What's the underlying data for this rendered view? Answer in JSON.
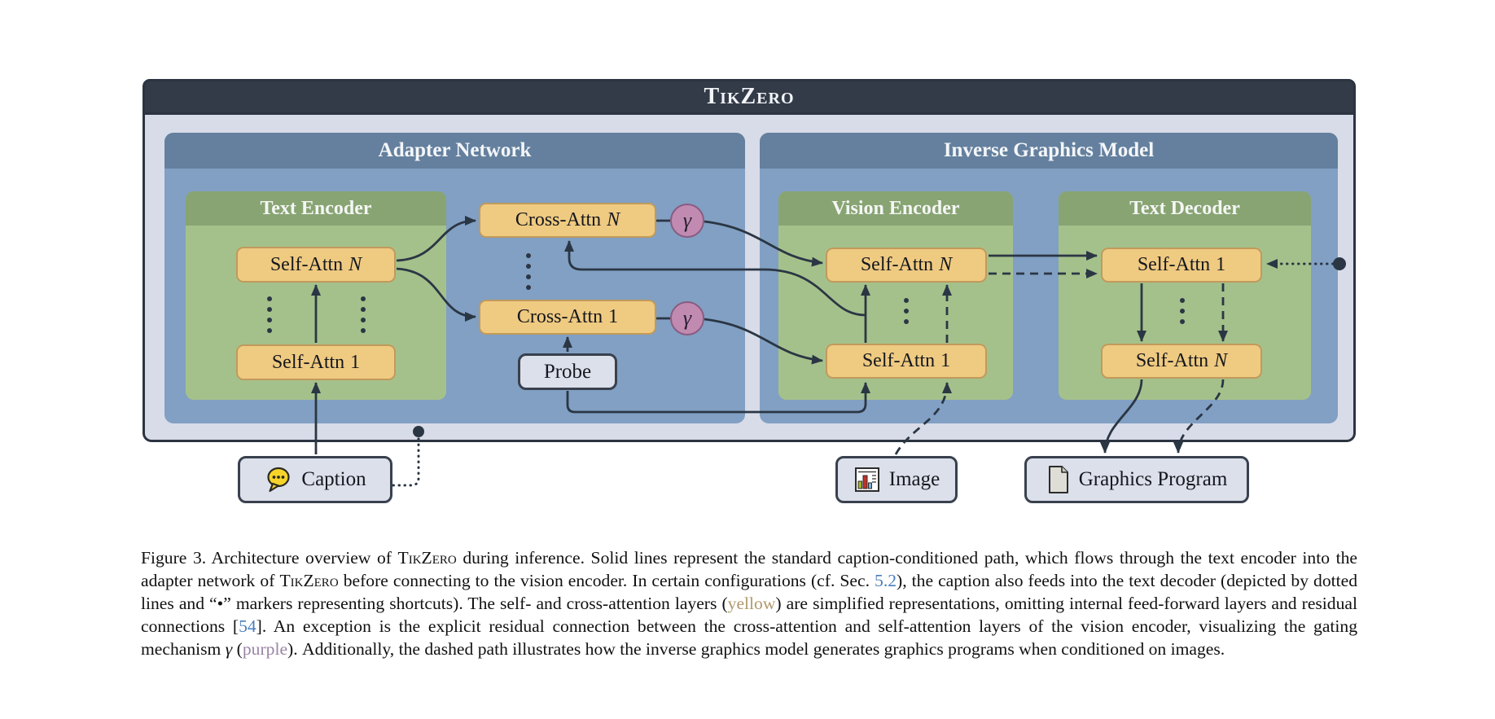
{
  "figure_title": "TikZero",
  "diagram": {
    "adapter": {
      "title": "Adapter Network",
      "text_encoder": {
        "title": "Text Encoder",
        "top": {
          "prefix": "Self-Attn",
          "suffix": "N"
        },
        "bottom": {
          "prefix": "Self-Attn",
          "suffix": "1"
        }
      },
      "cross_attn_top": {
        "prefix": "Cross-Attn",
        "suffix": "N"
      },
      "cross_attn_bottom": {
        "prefix": "Cross-Attn",
        "suffix": "1"
      },
      "gate_symbol": "γ",
      "probe_label": "Probe"
    },
    "inverse": {
      "title": "Inverse Graphics Model",
      "vision_encoder": {
        "title": "Vision Encoder",
        "top": {
          "prefix": "Self-Attn",
          "suffix": "N"
        },
        "bottom": {
          "prefix": "Self-Attn",
          "suffix": "1"
        }
      },
      "text_decoder": {
        "title": "Text Decoder",
        "top": {
          "prefix": "Self-Attn",
          "suffix": "1"
        },
        "bottom": {
          "prefix": "Self-Attn",
          "suffix": "N"
        }
      }
    },
    "io": {
      "caption_label": "Caption",
      "image_label": "Image",
      "graphics_program_label": "Graphics Program"
    }
  },
  "caption": {
    "segments": [
      {
        "style": "plain",
        "text": "Figure 3. Architecture overview of "
      },
      {
        "style": "brand",
        "text": "TikZero"
      },
      {
        "style": "plain",
        "text": " during inference. Solid lines represent the standard caption-conditioned path, which flows through the text encoder into the adapter network of "
      },
      {
        "style": "brand",
        "text": "TikZero"
      },
      {
        "style": "plain",
        "text": " before connecting to the vision encoder. In certain configurations (cf. Sec. "
      },
      {
        "style": "link",
        "text": "5.2"
      },
      {
        "style": "plain",
        "text": "), the caption also feeds into the text decoder (depicted by dotted lines and “•” markers representing shortcuts). The self- and cross-attention layers ("
      },
      {
        "style": "yellow",
        "text": "yellow"
      },
      {
        "style": "plain",
        "text": ") are simplified representations, omitting internal feed-forward layers and residual connections ["
      },
      {
        "style": "link",
        "text": "54"
      },
      {
        "style": "plain",
        "text": "]. An exception is the explicit residual connection between the cross-attention and self-attention layers of the vision encoder, visualizing the gating mechanism "
      },
      {
        "style": "math",
        "text": "γ"
      },
      {
        "style": "plain",
        "text": " ("
      },
      {
        "style": "purple",
        "text": "purple"
      },
      {
        "style": "plain",
        "text": "). Additionally, the dashed path illustrates how the inverse graphics model generates graphics programs when conditioned on images."
      }
    ]
  },
  "colors": {
    "frame-border": "#2b3440",
    "titlebar-bg": "#333b49",
    "frame-bg": "#d8dce8",
    "panel-bg": "#81a0c3",
    "panel-header-bg": "#64809e",
    "group-bg": "#a5c18b",
    "group-header-bg": "#88a473",
    "attn-bg": "#efca81",
    "attn-border": "#c19a5c",
    "gate-bg": "#c18bb1",
    "gate-border": "#8a5c82",
    "io-bg": "#dce0eb",
    "io-border": "#39414e",
    "line": "#2b3644",
    "link-blue": "#4a7dbd",
    "word-yellow": "#b0996a",
    "word-purple": "#9b84a6"
  }
}
